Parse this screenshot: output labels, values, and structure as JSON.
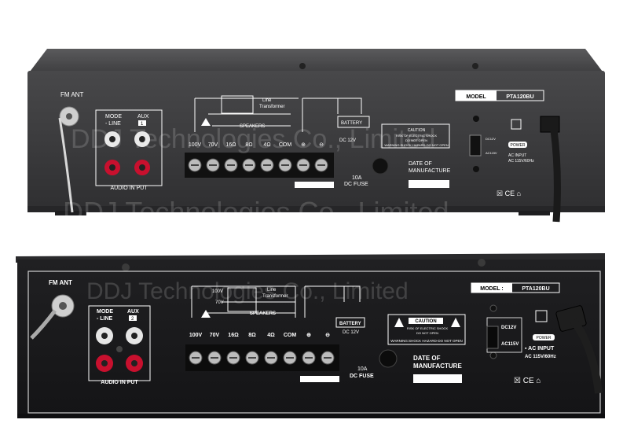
{
  "watermark": "DDJ Technologies Co., Limited",
  "colors": {
    "panel_top": "#3a3a3c",
    "panel_bottom": "#1a1a1c",
    "print": "#ffffff",
    "terminal_block": "#111111",
    "rca_red": "#c8102e",
    "rca_white": "#e6e6e6",
    "background": "#ffffff"
  },
  "top": {
    "fm_ant": "FM ANT",
    "mode": "MODE",
    "line": "- LINE",
    "aux": "AUX",
    "aux_badge": "1",
    "audio_input": "AUDIO IN PUT",
    "line_transformer_1": "Line",
    "line_transformer_2": "Transformer",
    "speakers": "SPEAKERS",
    "terminals": [
      "100V",
      "70V",
      "16Ω",
      "8Ω",
      "4Ω",
      "COM",
      "⊕",
      "⊖"
    ],
    "battery": "BATTERY",
    "battery_voltage": "DC 12V",
    "caution": "CAUTION",
    "caution_line1": "RISK OF ELECTRIC SHOCK",
    "caution_line2": "DO NOT OPEN",
    "warning_bar": "WARNING:SHOCK HAZARD-DO NOT OPEN",
    "fuse_1": "10A",
    "fuse_2": "DC FUSE",
    "date_1": "DATE OF",
    "date_2": "MANUFACTURE",
    "model_label": "MODEL",
    "model_value": "PTA120BU",
    "dc12v": "DC12V",
    "ac115v": "AC115V",
    "power": "POWER",
    "ac_input": "AC INPUT",
    "ac_spec": "AC 115V/60Hz",
    "cert": "☒ CE ⌂"
  },
  "bottom": {
    "fm_ant": "FM ANT",
    "mode": "MODE",
    "line": "- LINE",
    "aux": "AUX",
    "aux_badge": "2",
    "audio_input": "AUDIO IN PUT",
    "tap_100v": "100V",
    "tap_70v": "70V",
    "line_transformer_1": "Line",
    "line_transformer_2": "Transformer",
    "speakers": "SPEAKERS",
    "terminals": [
      "100V",
      "70V",
      "16Ω",
      "8Ω",
      "4Ω",
      "COM",
      "⊕",
      "⊖"
    ],
    "battery": "BATTERY",
    "battery_voltage": "DC 12V",
    "caution": "CAUTION",
    "caution_line1": "RISK OF ELECTRIC SHOCK",
    "caution_line2": "DO NOT OPEN",
    "warning_bar": "WARNING:SHOCK HAZARD-DO NOT OPEN",
    "fuse_1": "10A",
    "fuse_2": "DC FUSE",
    "date_1": "DATE OF",
    "date_2": "MANUFACTURE",
    "model_label": "MODEL :",
    "model_value": "PTA120BU",
    "dc12v": "DC12V",
    "ac115v": "AC115V",
    "power": "POWER",
    "ac_input": "▪ AC INPUT",
    "ac_spec": "AC 115V/60Hz",
    "cert": "☒ CE ⌂"
  }
}
